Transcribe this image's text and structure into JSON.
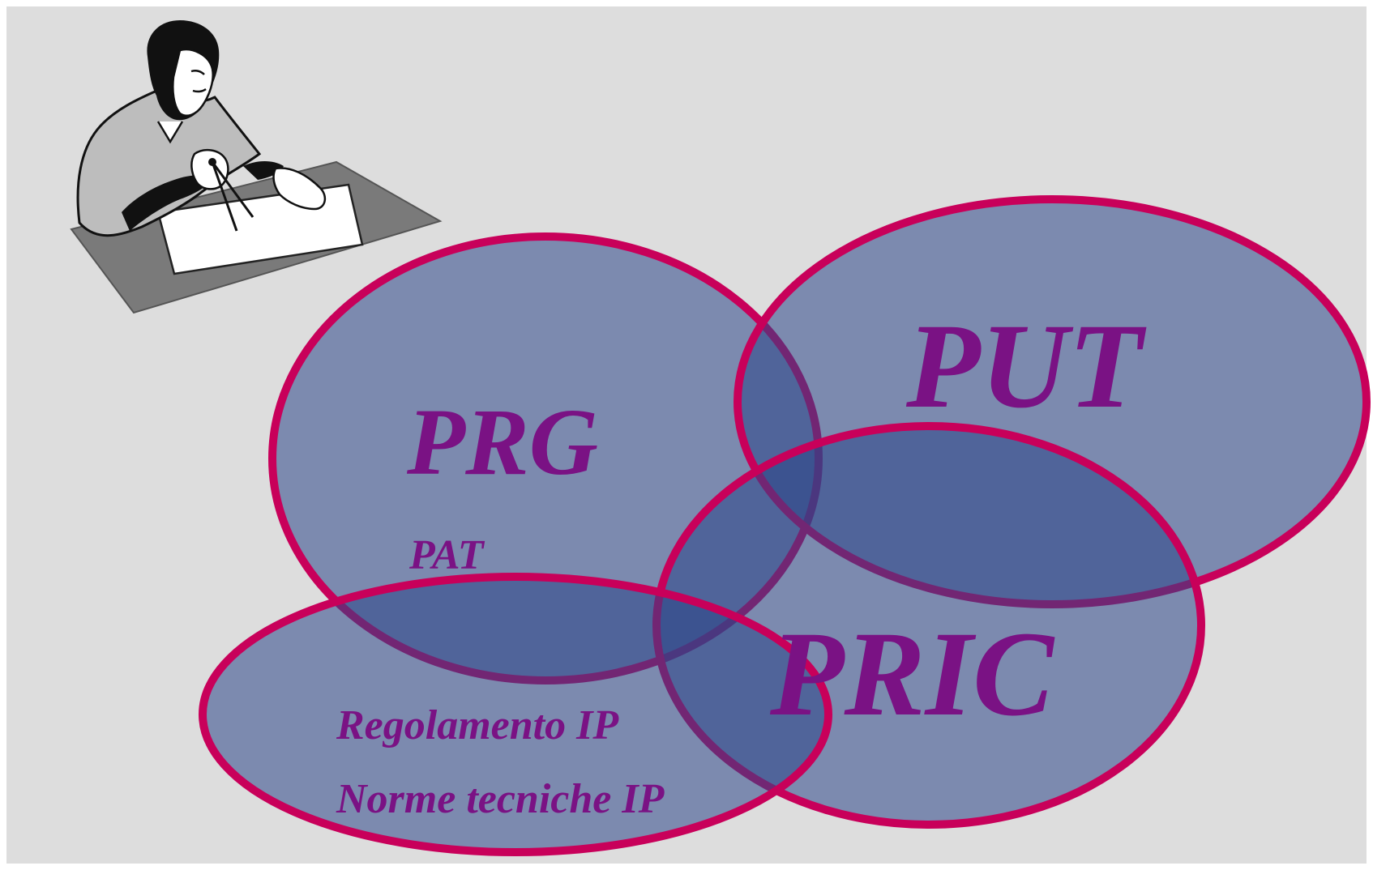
{
  "labels": {
    "prg": "PRG",
    "put": "PUT",
    "pric": "PRIC",
    "pat": "PAT",
    "regolamento": "Regolamento IP",
    "norme": "Norme tecniche IP"
  },
  "colors": {
    "background": "#dddddd",
    "ellipse_fill": "#2b4588",
    "ellipse_stroke": "#c8005a",
    "text": "#7a1284"
  },
  "icons": {
    "illustration": "person-drafting-with-compass-icon"
  }
}
